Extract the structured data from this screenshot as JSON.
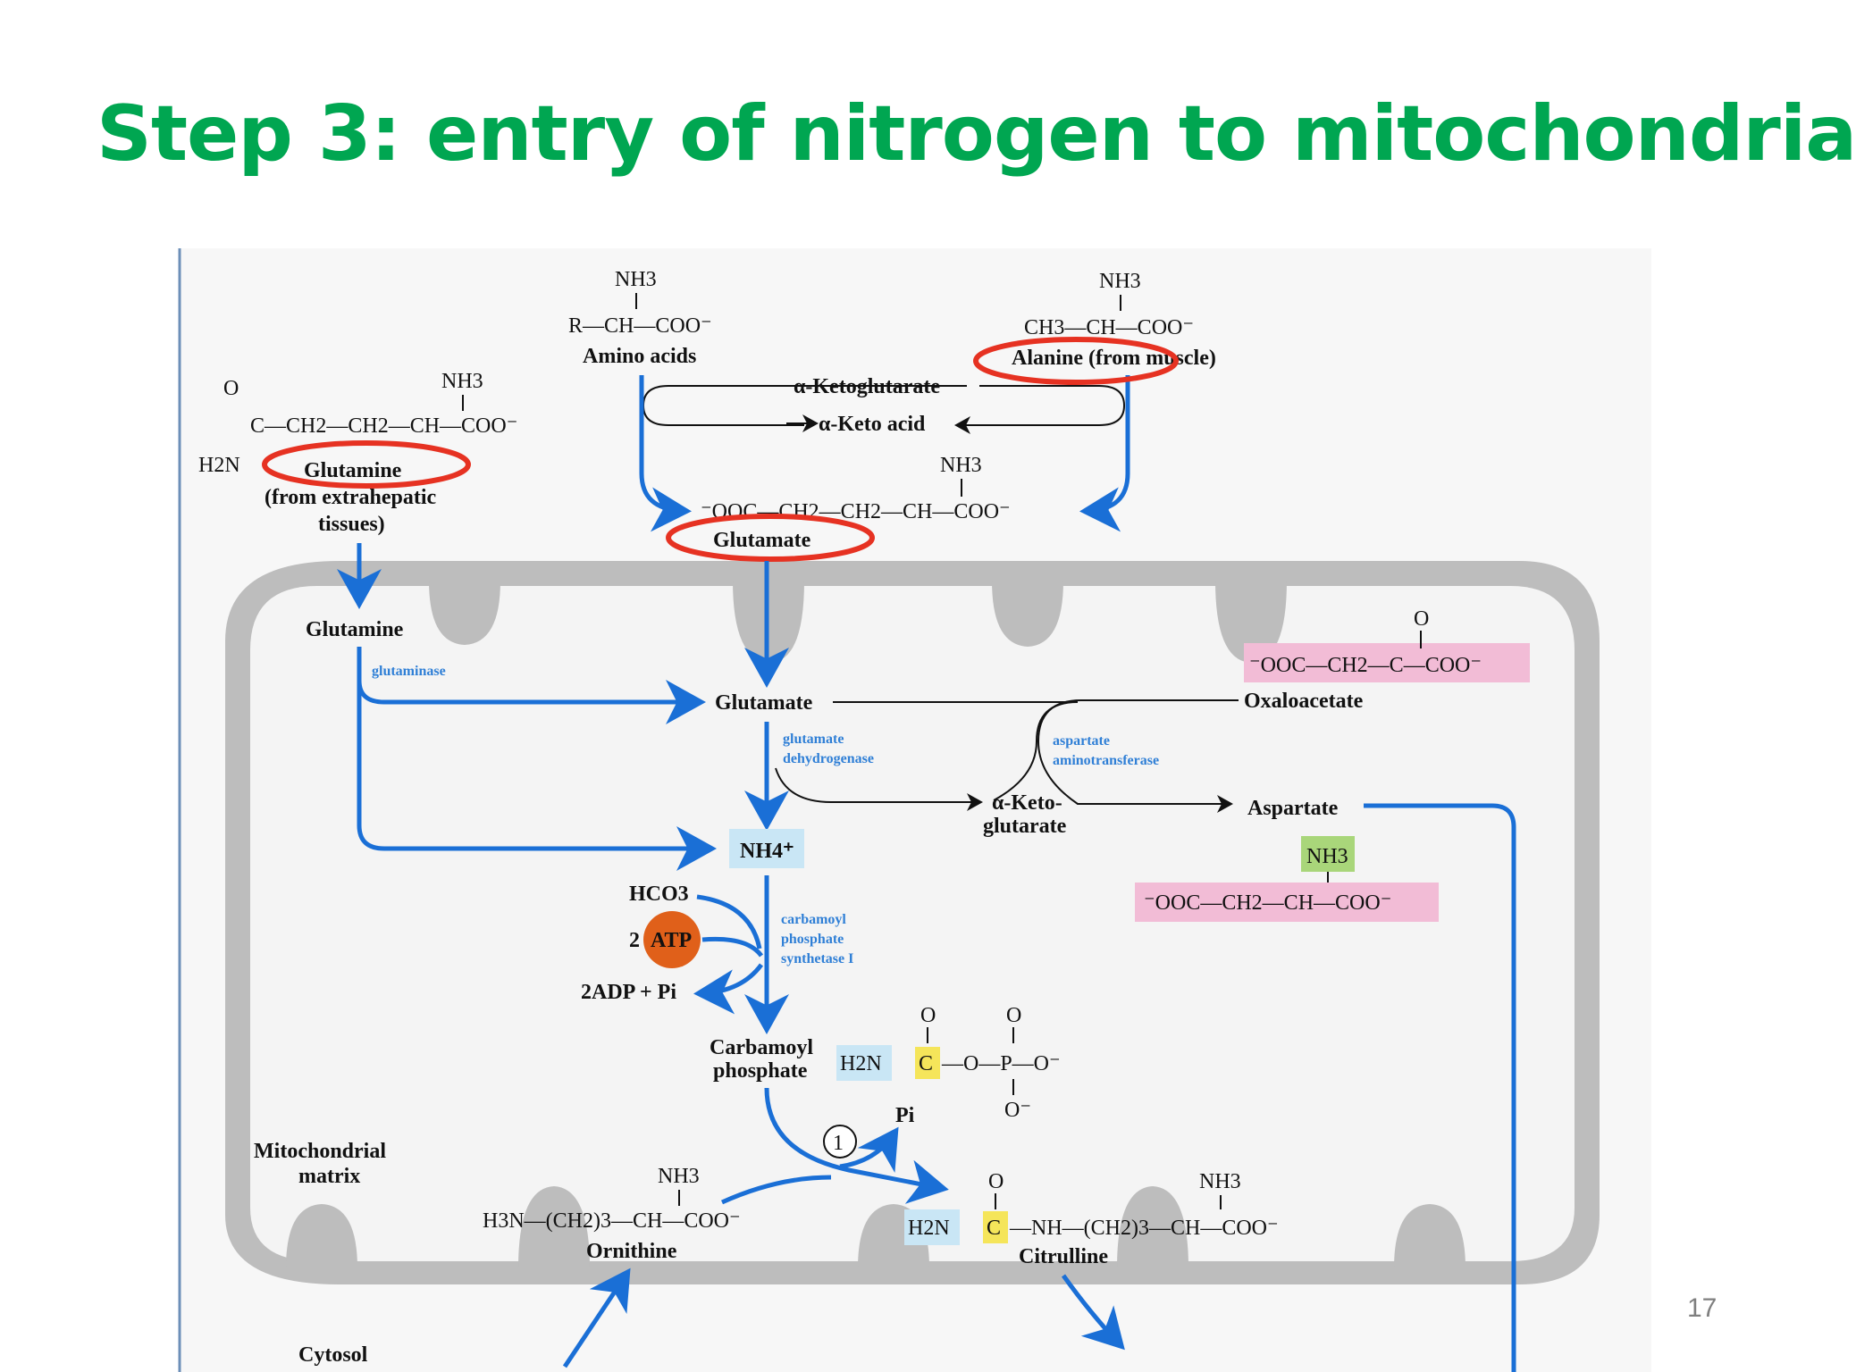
{
  "slide": {
    "title": "Step 3: entry of nitrogen to mitochondria",
    "page_number": "17"
  },
  "diagram": {
    "molecules": {
      "amino_acids_formula": "R—CH—COO⁻",
      "amino_acids_nh3": "NH3",
      "amino_acids_name": "Amino acids",
      "alanine_formula": "CH3—CH—COO⁻",
      "alanine_nh3": "NH3",
      "alanine_name": "Alanine (from muscle)",
      "glutamine_o": "O",
      "glutamine_formula": "C—CH2—CH2—CH—COO⁻",
      "glutamine_nh3": "NH3",
      "glutamine_h2n": "H2N",
      "glutamine_name": "Glutamine",
      "glutamine_source_1": "(from extrahepatic",
      "glutamine_source_2": "tissues)",
      "a_ketoglutarate": "α-Ketoglutarate",
      "a_keto_acid": "α-Keto acid",
      "glutamate_nh3": "NH3",
      "glutamate_formula": "⁻OOC—CH2—CH2—CH—COO⁻",
      "glutamate_name": "Glutamate",
      "glutamine_mito": "Glutamine",
      "glutamate_mito": "Glutamate",
      "nh4": "NH4⁺",
      "oxaloacetate_o": "O",
      "oxaloacetate_formula": "⁻OOC—CH2—C—COO⁻",
      "oxaloacetate_name": "Oxaloacetate",
      "a_ketoglutarate_mito_1": "α-Keto-",
      "a_ketoglutarate_mito_2": "glutarate",
      "aspartate_name": "Aspartate",
      "aspartate_nh3": "NH3",
      "aspartate_formula": "⁻OOC—CH2—CH—COO⁻",
      "hco3": "HCO3",
      "atp_coeff": "2",
      "atp": "ATP",
      "adp_pi": "2ADP + Pi",
      "carbamoyl_1": "Carbamoyl",
      "carbamoyl_2": "phosphate",
      "carbamoyl_formula_h2n": "H2N",
      "carbamoyl_formula_c": "C",
      "carbamoyl_formula_rest": "—O—P—O⁻",
      "carbamoyl_o1": "O",
      "carbamoyl_o2": "O",
      "carbamoyl_o3": "O⁻",
      "pi": "Pi",
      "step_1": "1",
      "ornithine_nh3": "NH3",
      "ornithine_formula": "H3N—(CH2)3—CH—COO⁻",
      "ornithine_name": "Ornithine",
      "citrulline_o": "O",
      "citrulline_nh3": "NH3",
      "citrulline_h2n": "H2N",
      "citrulline_c": "C",
      "citrulline_formula": "—NH—(CH2)3—CH—COO⁻",
      "citrulline_name": "Citrulline"
    },
    "enzymes": {
      "glutaminase": "glutaminase",
      "glutamate_dh_1": "glutamate",
      "glutamate_dh_2": "dehydrogenase",
      "aspartate_at_1": "aspartate",
      "aspartate_at_2": "aminotransferase",
      "cps_1": "carbamoyl",
      "cps_2": "phosphate",
      "cps_3": "synthetase I"
    },
    "compartments": {
      "matrix_1": "Mitochondrial",
      "matrix_2": "matrix",
      "cytosol": "Cytosol"
    },
    "colors": {
      "title": "#00a651",
      "arrow_blue": "#1a6fd6",
      "highlight_circle": "#e63222",
      "mito_gray": "#bdbdbd",
      "pink_box": "#f2bcd6",
      "green_box": "#a9d67a",
      "blue_box": "#c9e6f5",
      "yellow_box": "#f5e55a",
      "atp_orange": "#e0601a"
    }
  }
}
